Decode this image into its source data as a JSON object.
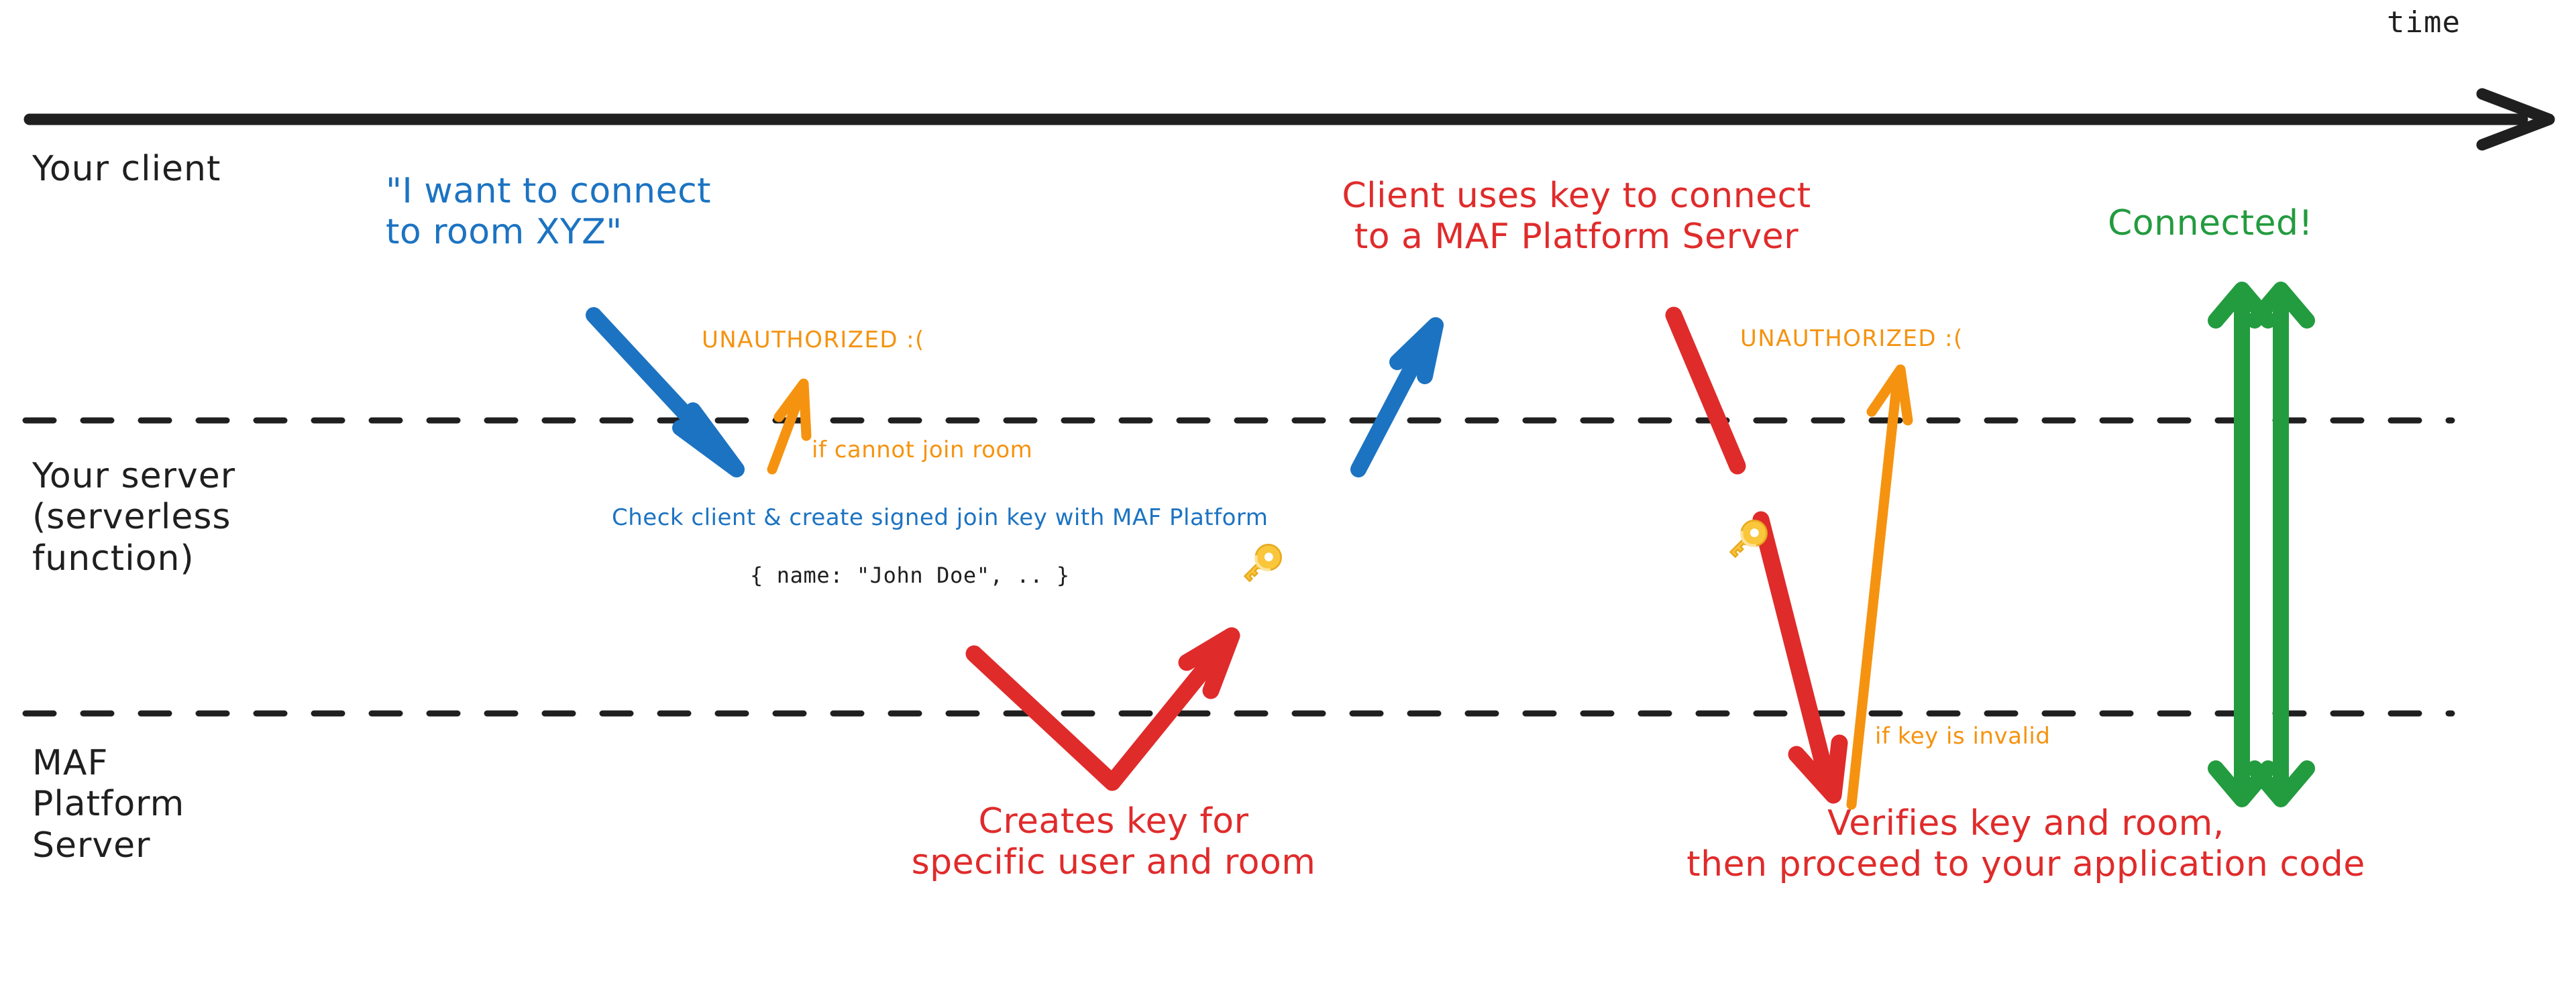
{
  "diagram": {
    "title_axis": "time",
    "colors": {
      "blue": "#1c73c2",
      "red": "#e02b2b",
      "orange": "#f59310",
      "green": "#239b3f",
      "black": "#1f1f1f",
      "key_gold": "#f9c63c",
      "background": "#ffffff"
    },
    "lanes": [
      {
        "id": "client",
        "label": "Your client"
      },
      {
        "id": "server",
        "label": "Your server\n(serverless\nfunction)"
      },
      {
        "id": "platform",
        "label": "MAF\nPlatform\nServer"
      }
    ],
    "notes": {
      "client_request": "\"I want to connect\nto room XYZ\"",
      "unauthorized_left": "UNAUTHORIZED :(",
      "if_cannot_join": "if cannot join room",
      "check_client": "Check client & create signed join key with MAF Platform",
      "payload": "{ name: \"John Doe\", .. }",
      "creates_key": "Creates key for\nspecific user and room",
      "client_uses_key": "Client uses key to connect\nto a MAF Platform Server",
      "unauthorized_right": "UNAUTHORIZED :(",
      "if_key_invalid": "if key is invalid",
      "verifies_key": "Verifies key and room,\nthen proceed to your application code",
      "connected": "Connected!"
    },
    "icons": {
      "key_left": "key-icon",
      "key_right": "key-icon",
      "time_arrow": "arrow-right-icon"
    }
  }
}
